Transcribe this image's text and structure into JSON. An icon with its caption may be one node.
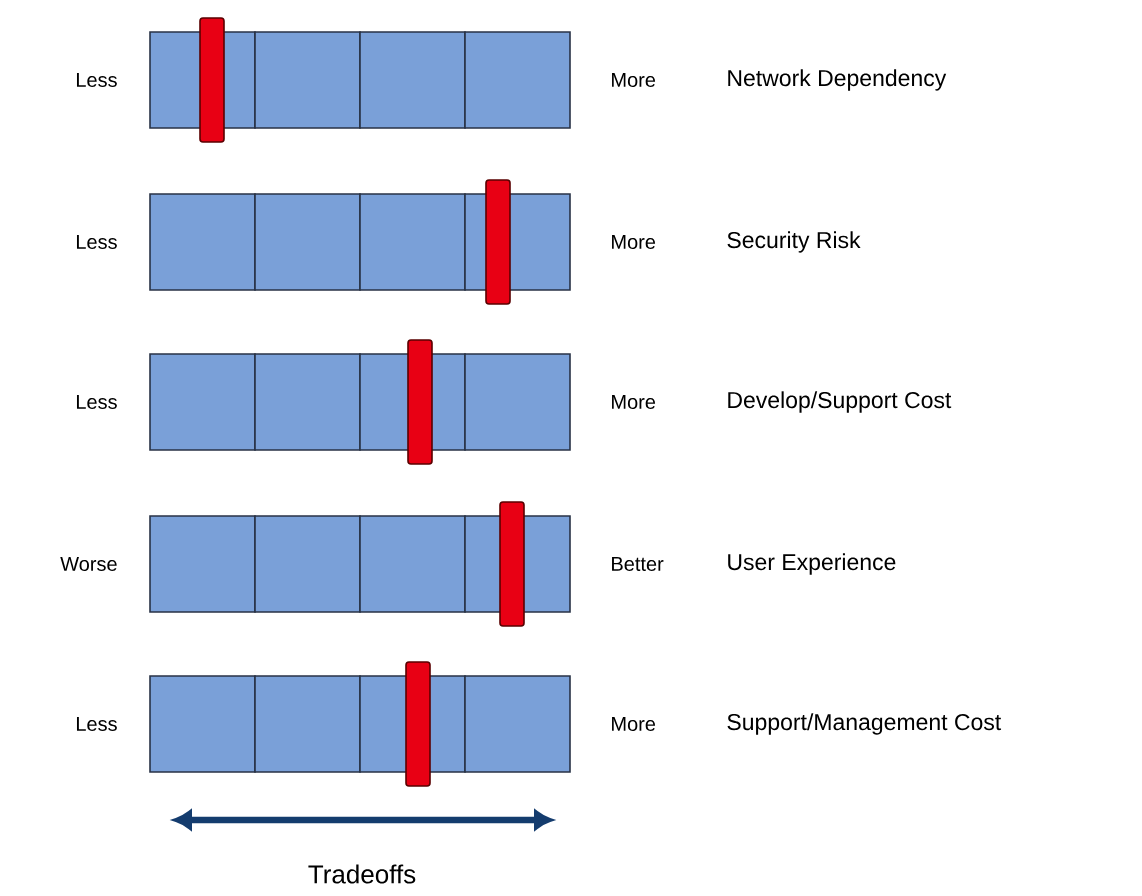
{
  "diagram": {
    "labels": [
      "Less",
      "More",
      "Network Dependency",
      "Less",
      "More",
      "Security Risk",
      "Less",
      "More",
      "Develop/Support Cost",
      "Worse",
      "Better",
      "User Experience",
      "Less",
      "More",
      "Support/Management Cost",
      "Tradeoffs"
    ]
  }
}
